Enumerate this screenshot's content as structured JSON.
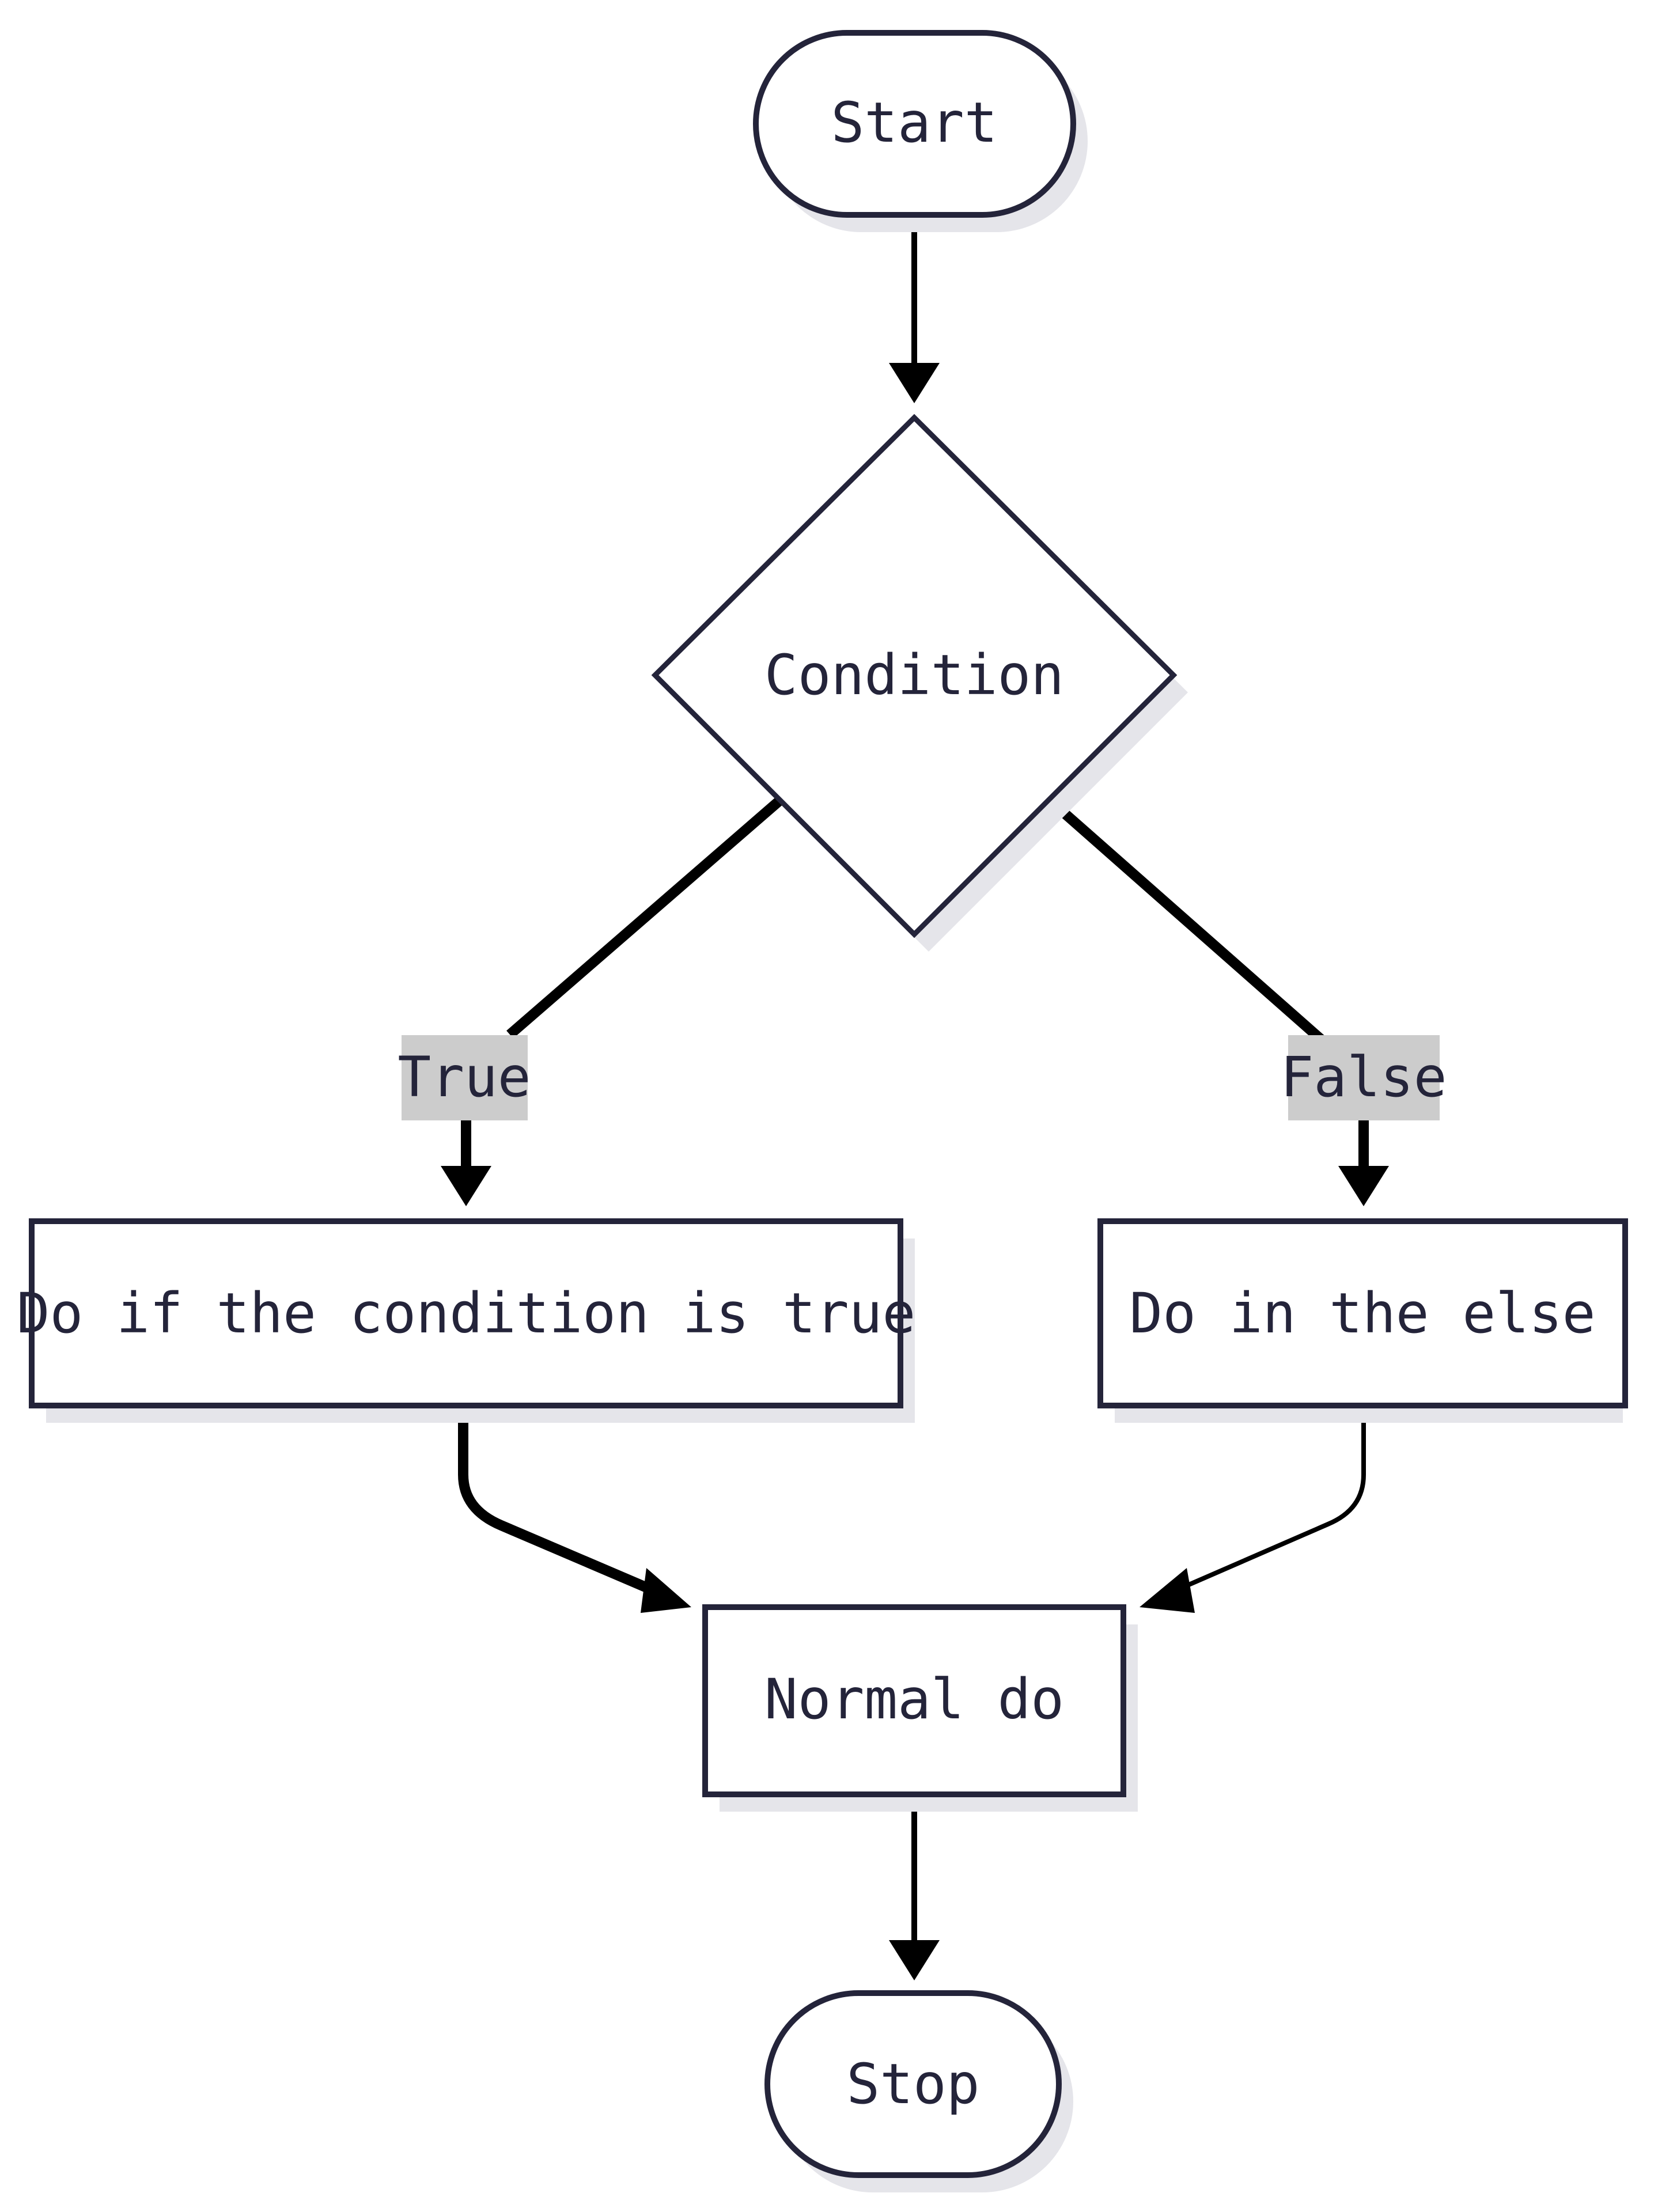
{
  "diagram": {
    "type": "flowchart",
    "colors": {
      "node_stroke": "#24243a",
      "node_text": "#24243a",
      "node_fill": "#ffffff",
      "shadow": "#e5e5ea",
      "edge": "#000000",
      "edge_label_bg": "#cccccc"
    },
    "nodes": {
      "start": {
        "label": "Start",
        "shape": "terminal"
      },
      "condition": {
        "label": "Condition",
        "shape": "decision"
      },
      "do_true": {
        "label": "Do if the condition is true",
        "shape": "process"
      },
      "do_else": {
        "label": "Do in the else",
        "shape": "process"
      },
      "normal_do": {
        "label": "Normal do",
        "shape": "process"
      },
      "stop": {
        "label": "Stop",
        "shape": "terminal"
      }
    },
    "edges": [
      {
        "from": "start",
        "to": "condition",
        "label": ""
      },
      {
        "from": "condition",
        "to": "do_true",
        "label": "True"
      },
      {
        "from": "condition",
        "to": "do_else",
        "label": "False"
      },
      {
        "from": "do_true",
        "to": "normal_do",
        "label": ""
      },
      {
        "from": "do_else",
        "to": "normal_do",
        "label": ""
      },
      {
        "from": "normal_do",
        "to": "stop",
        "label": ""
      }
    ],
    "edge_labels": {
      "true_label": "True",
      "false_label": "False"
    }
  }
}
